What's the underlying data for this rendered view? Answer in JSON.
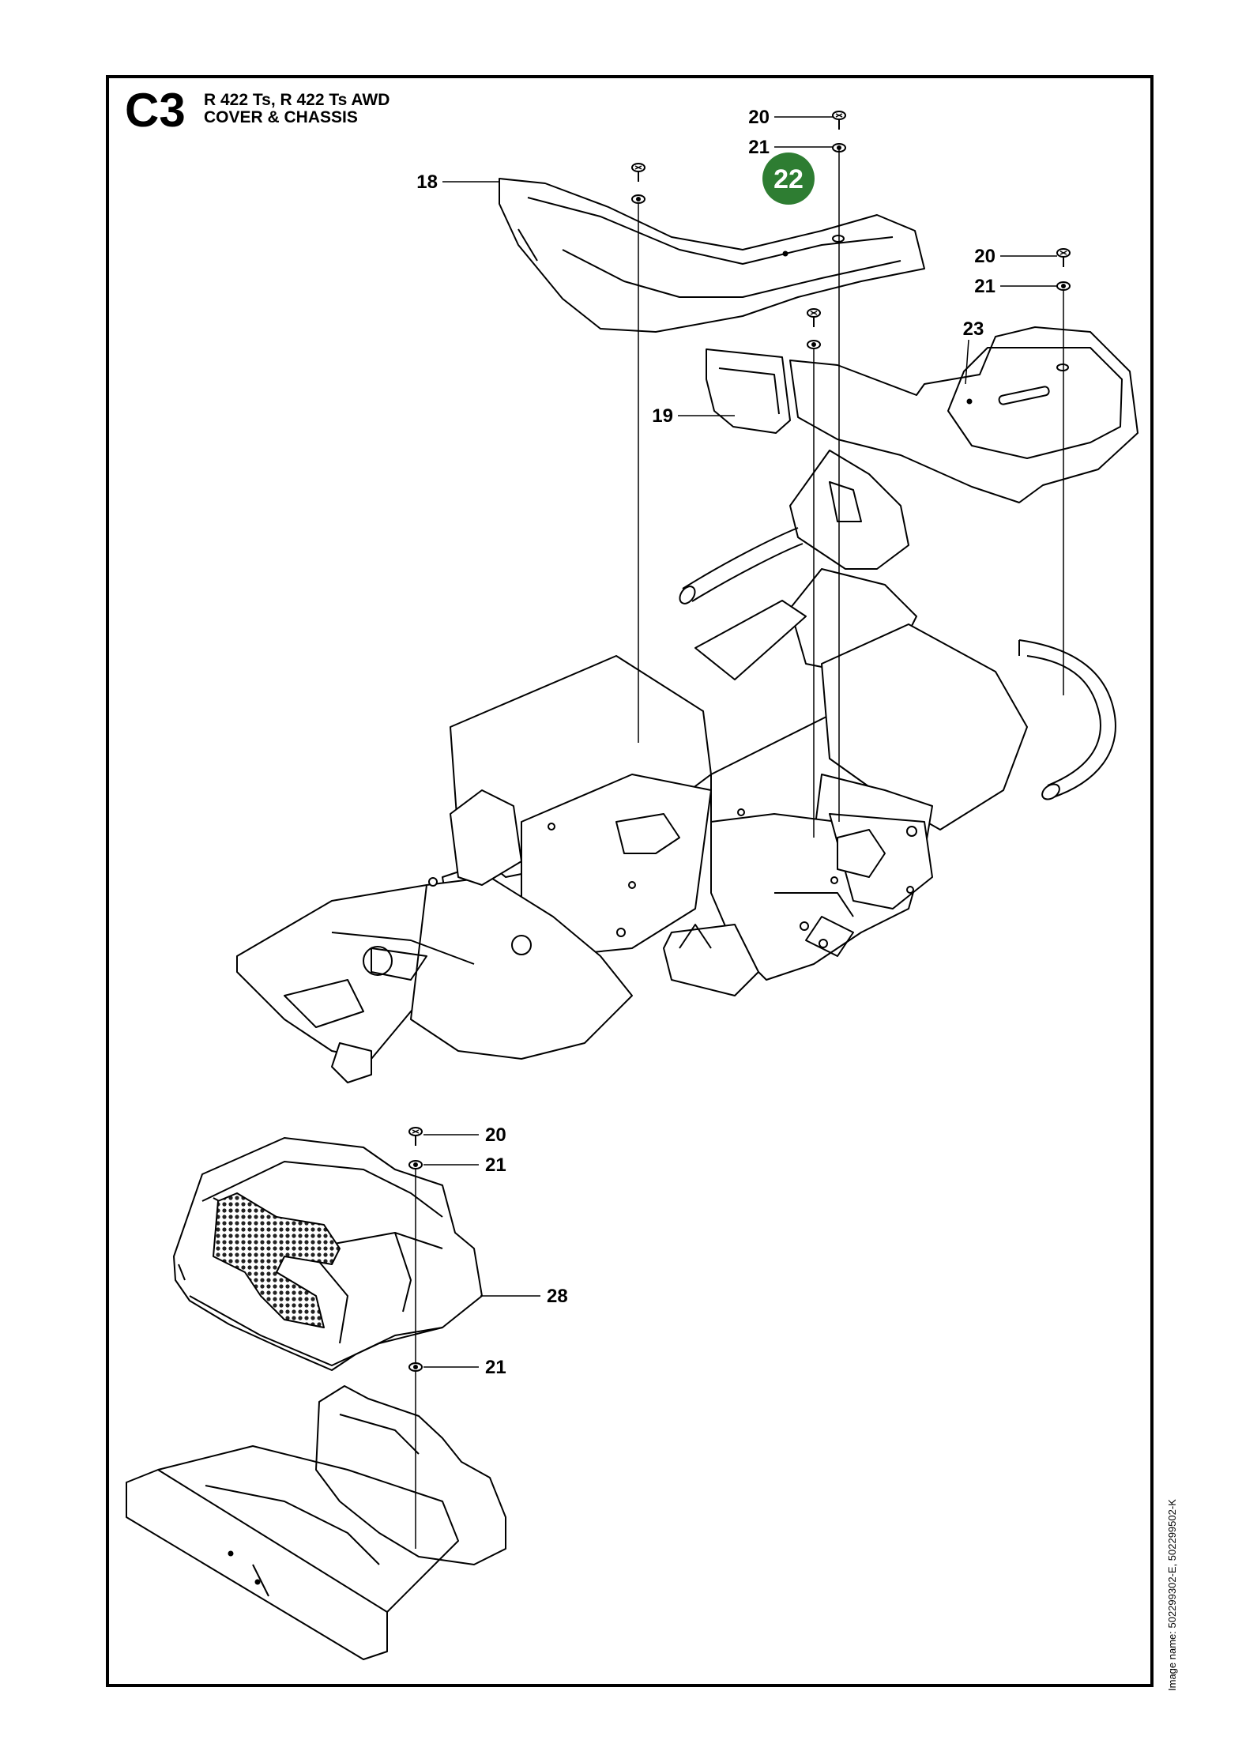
{
  "header": {
    "code": "C3",
    "model": "R 422 Ts, R 422 Ts AWD",
    "section": "COVER & CHASSIS"
  },
  "footer": {
    "image_name": "Image name: 502299302-E, 502299502-K"
  },
  "callouts": {
    "c20_top": "20",
    "c21_top": "21",
    "c18": "18",
    "c20_right": "20",
    "c21_right": "21",
    "c23": "23",
    "c19": "19",
    "c20_low": "20",
    "c21_low": "21",
    "c28": "28",
    "c21_bottom": "21"
  },
  "highlight": {
    "part_number": "22",
    "color": "#2e7d32"
  },
  "icons": [
    "screw-icon",
    "washer-icon"
  ]
}
